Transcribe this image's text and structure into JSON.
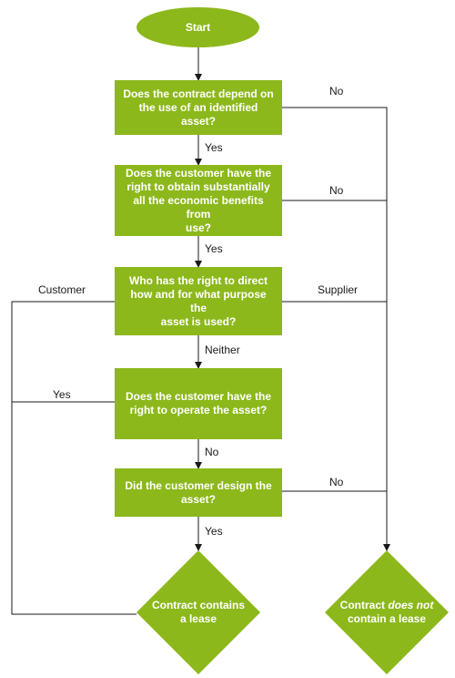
{
  "start": "Start",
  "questions": [
    {
      "line1": "Does the contract depend on",
      "line2": "the use of an identified asset?"
    },
    {
      "line1": "Does the customer have the",
      "line2": "right to obtain substantially",
      "line3": "all the economic benefits from",
      "line4": "use?"
    },
    {
      "line1": "Who has the right to direct",
      "line2": "how and for what purpose the",
      "line3": "asset is used?"
    },
    {
      "line1": "Does the customer have the",
      "line2": "right to operate the asset?"
    },
    {
      "line1": "Did the customer design the",
      "line2": "asset?"
    }
  ],
  "outcomes": {
    "lease": {
      "line1": "Contract contains",
      "line2": "a lease"
    },
    "no_lease": {
      "pre": "Contract ",
      "emph": "does not",
      "line2": "contain a lease"
    }
  },
  "labels": {
    "q1_no": "No",
    "q1_yes": "Yes",
    "q2_no": "No",
    "q2_yes": "Yes",
    "q3_customer": "Customer",
    "q3_supplier": "Supplier",
    "q3_neither": "Neither",
    "q4_yes": "Yes",
    "q4_no": "No",
    "q5_no": "No",
    "q5_yes": "Yes"
  },
  "colors": {
    "shape_fill": "#8cb81b",
    "line": "#1a1a1a",
    "text_on_shape": "#ffffff"
  }
}
